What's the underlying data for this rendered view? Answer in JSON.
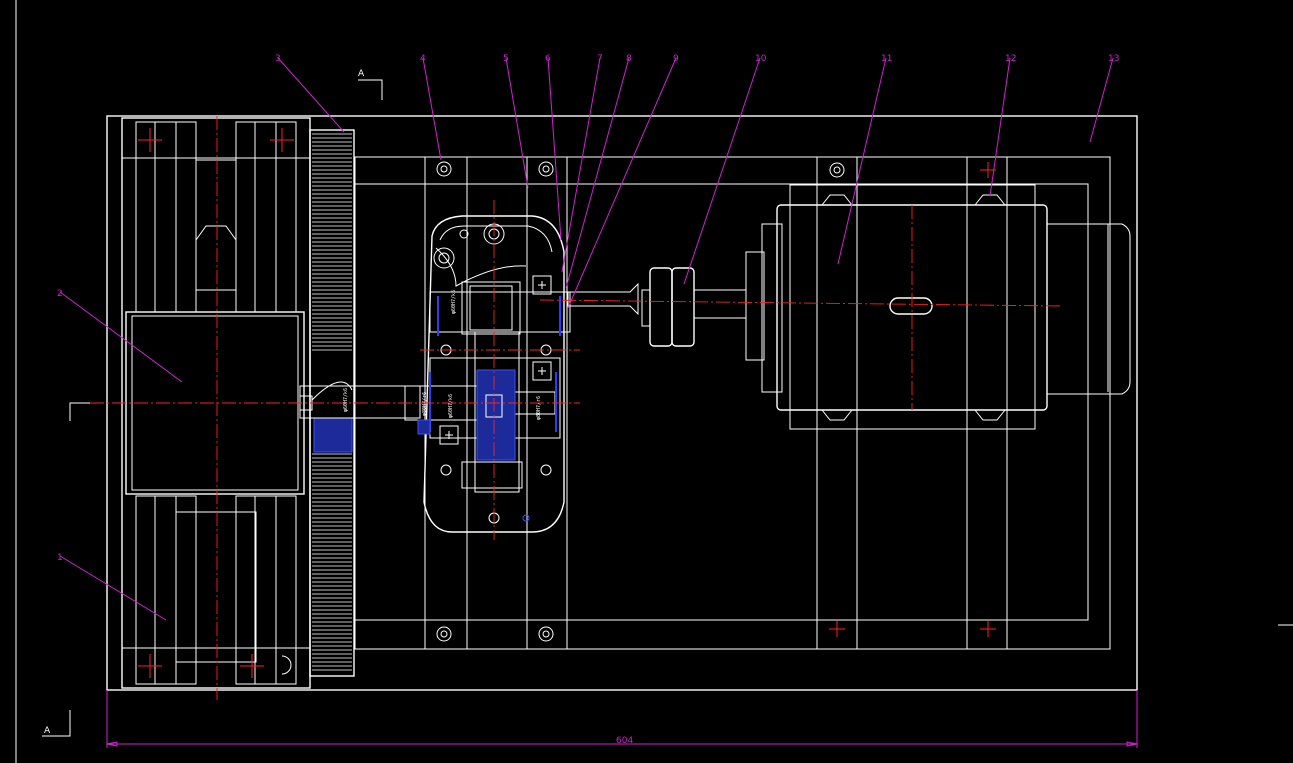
{
  "drawing": {
    "section_label_top": "A",
    "section_label_bottom": "A",
    "dimension_width": "604",
    "part_labels": [
      "1",
      "2",
      "3",
      "4",
      "5",
      "6",
      "7",
      "8",
      "9",
      "10",
      "11",
      "12",
      "13"
    ],
    "shaft_annotation_1": "φ60H7/k6",
    "shaft_annotation_2": "φ80H7/r6"
  },
  "colors": {
    "background": "#000000",
    "outline": "#ffffff",
    "centerline": "#ff2020",
    "leader": "#d21fd2",
    "section": "#2a3cff"
  }
}
